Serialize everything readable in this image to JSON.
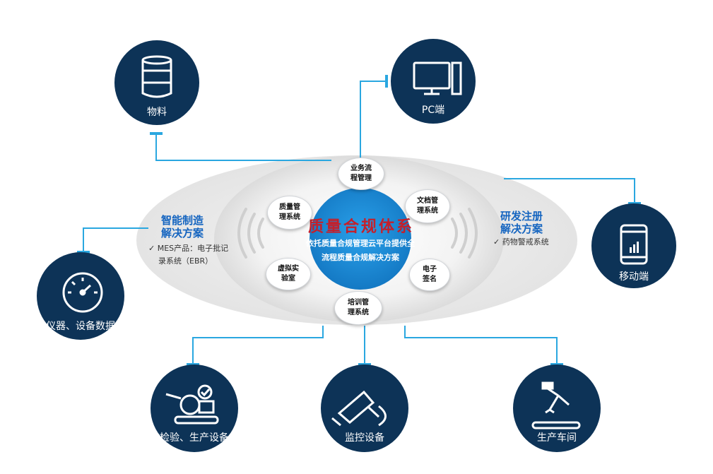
{
  "center": {
    "title": "质量合规体系",
    "subtitle_line1": "依托质量合规管理云平台提供全",
    "subtitle_line2": "流程质量合规解决方案"
  },
  "bubbles": [
    {
      "line1": "业务流",
      "line2": "程管理"
    },
    {
      "line1": "文档管",
      "line2": "理系统"
    },
    {
      "line1": "质量管",
      "line2": "理系统"
    },
    {
      "line1": "虚拟实",
      "line2": "验室"
    },
    {
      "line1": "电子",
      "line2": "签名"
    },
    {
      "line1": "培训管",
      "line2": "理系统"
    }
  ],
  "left_panel": {
    "title_line1": "智能制造",
    "title_line2": "解决方案",
    "item_line1": "✓  MES产品：电子批记",
    "item_line2": "录系统（EBR）"
  },
  "right_panel": {
    "title_line1": "研发注册",
    "title_line2": "解决方案",
    "item_line1": "✓  药物警戒系统"
  },
  "nodes": {
    "material": "物料",
    "pc": "PC端",
    "mobile": "移动端",
    "instrument": "仪器、设备数据",
    "inspection": "检验、生产设备",
    "monitoring": "监控设备",
    "workshop": "生产车间"
  },
  "colors": {
    "node_fill": "#0d3357",
    "connector": "#2aa7e0",
    "center_fill": "#1e8fd8",
    "title_red": "#c4202b",
    "side_title_blue": "#1565c0"
  }
}
